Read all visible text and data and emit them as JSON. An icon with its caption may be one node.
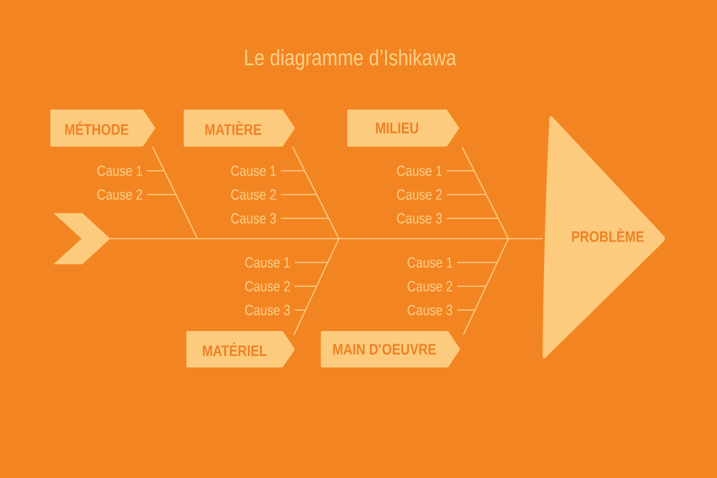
{
  "diagram": {
    "title": "Le diagramme d’Ishikawa",
    "nodes": [
      {
        "text": [
          "MÉTHODE"
        ]
      },
      {
        "text": [
          "MATIÈRE"
        ]
      },
      {
        "text": [
          "MILIEU"
        ]
      },
      {
        "text": [
          "Cause 1"
        ]
      },
      {
        "text": [
          "Cause 2"
        ]
      },
      {
        "text": [
          "Cause 1"
        ]
      },
      {
        "text": [
          "Cause 2"
        ]
      },
      {
        "text": [
          "Cause 3"
        ]
      },
      {
        "text": [
          "Cause 1"
        ]
      },
      {
        "text": [
          "Cause 2"
        ]
      },
      {
        "text": [
          "Cause 3"
        ]
      },
      {
        "text": [],
        "shape": "chevron"
      },
      {
        "text": [
          "PROBLÈME"
        ]
      },
      {
        "text": [
          "Cause 1"
        ]
      },
      {
        "text": [
          "Cause 2"
        ]
      },
      {
        "text": [
          "Cause 3"
        ]
      },
      {
        "text": [
          "Cause 1"
        ]
      },
      {
        "text": [
          "Cause 2"
        ]
      },
      {
        "text": [
          "Cause 3"
        ]
      },
      {
        "text": [
          "MATÉRIEL"
        ]
      },
      {
        "text": [
          "MAIN D'OEUVRE"
        ]
      }
    ],
    "edges": [
      {
        "from": 11,
        "to": 12,
        "arrow": "none"
      },
      {
        "from": 0,
        "to": null,
        "arrow": "none"
      },
      {
        "from": 1,
        "to": null,
        "arrow": "none"
      },
      {
        "from": 2,
        "to": null,
        "arrow": "none"
      },
      {
        "from": 19,
        "to": null,
        "arrow": "none"
      },
      {
        "from": 20,
        "to": null,
        "arrow": "none"
      },
      {
        "from": 3,
        "to": null,
        "arrow": "none"
      },
      {
        "from": 4,
        "to": null,
        "arrow": "none"
      },
      {
        "from": 5,
        "to": null,
        "arrow": "none"
      },
      {
        "from": 6,
        "to": null,
        "arrow": "none"
      },
      {
        "from": 7,
        "to": null,
        "arrow": "none"
      },
      {
        "from": 8,
        "to": null,
        "arrow": "none"
      },
      {
        "from": 9,
        "to": null,
        "arrow": "none"
      },
      {
        "from": 10,
        "to": null,
        "arrow": "none"
      },
      {
        "from": 13,
        "to": null,
        "arrow": "none"
      },
      {
        "from": 14,
        "to": null,
        "arrow": "none"
      },
      {
        "from": 15,
        "to": null,
        "arrow": "none"
      },
      {
        "from": 16,
        "to": null,
        "arrow": "none"
      },
      {
        "from": 17,
        "to": null,
        "arrow": "none"
      },
      {
        "from": 18,
        "to": null,
        "arrow": "none"
      }
    ]
  }
}
